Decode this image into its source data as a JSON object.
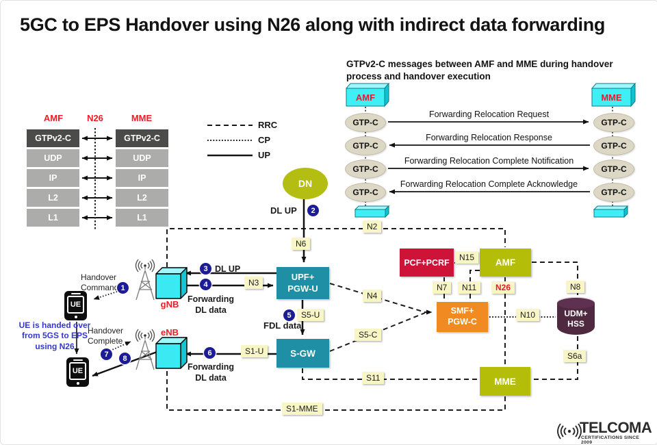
{
  "title": "5GC to EPS Handover using N26 along with indirect data forwarding",
  "colors": {
    "red_label": "#ee1c25",
    "cyan": "#3ae9f2",
    "olive": "#b4bd08",
    "teal": "#1e8fa5",
    "orange": "#f08a21",
    "crimson": "#ce1338",
    "maroon": "#4f2940",
    "step_navy": "#1c1c96",
    "tag_yellow": "#f8f5c6",
    "note_blue": "#3437d2",
    "stack_dark": "#4b4b49",
    "stack_gray": "#acacaa",
    "gtpc_tan": "#ddd8c6"
  },
  "protocol_stack": {
    "left_entity": "AMF",
    "interface": "N26",
    "right_entity": "MME",
    "layers": [
      "GTPv2-C",
      "UDP",
      "IP",
      "L2",
      "L1"
    ]
  },
  "legend": {
    "items": [
      {
        "label": "RRC",
        "style": "dashed"
      },
      {
        "label": "CP",
        "style": "dotted"
      },
      {
        "label": "UP",
        "style": "solid"
      }
    ]
  },
  "sequence": {
    "heading": "GTPv2-C messages between AMF and MME during handover process and handover execution",
    "left_entity": "AMF",
    "right_entity": "MME",
    "node_label": "GTP-C",
    "messages": [
      {
        "text": "Forwarding Relocation Request",
        "dir": "right"
      },
      {
        "text": "Forwarding Relocation Response",
        "dir": "left"
      },
      {
        "text": "Forwarding Relocation Complete Notification",
        "dir": "right"
      },
      {
        "text": "Forwarding Relocation Complete Acknowledge",
        "dir": "left"
      }
    ]
  },
  "network": {
    "nodes": {
      "dn": "DN",
      "gnb": "gNB",
      "enb": "eNB",
      "ue": "UE",
      "upf": [
        "UPF+",
        "PGW-U"
      ],
      "sgw": "S-GW",
      "pcf": "PCF+PCRF",
      "amf": "AMF",
      "smf": [
        "SMF+",
        "PGW-C"
      ],
      "udm": [
        "UDM+",
        "HSS"
      ],
      "mme": "MME"
    },
    "interfaces": {
      "n2": "N2",
      "n3": "N3",
      "n4": "N4",
      "n6": "N6",
      "n7": "N7",
      "n8": "N8",
      "n10": "N10",
      "n11": "N11",
      "n15": "N15",
      "n26": "N26",
      "s1u": "S1-U",
      "s1mme": "S1-MME",
      "s5u": "S5-U",
      "s5c": "S5-C",
      "s11": "S11",
      "s6a": "S6a"
    },
    "steps": [
      "1",
      "2",
      "3",
      "4",
      "5",
      "6",
      "7",
      "8"
    ],
    "annotations": {
      "dl_up": "DL UP",
      "forwarding_dl": "Forwarding DL data",
      "fdl": "FDL data",
      "handover_command": "Handover Command",
      "handover_complete": "Handover Complete",
      "ue_note": "UE is handed over from 5GS to EPS using N26"
    }
  },
  "footer": {
    "brand": "TELCOMA",
    "tagline": "CERTIFICATIONS SINCE 2009"
  }
}
